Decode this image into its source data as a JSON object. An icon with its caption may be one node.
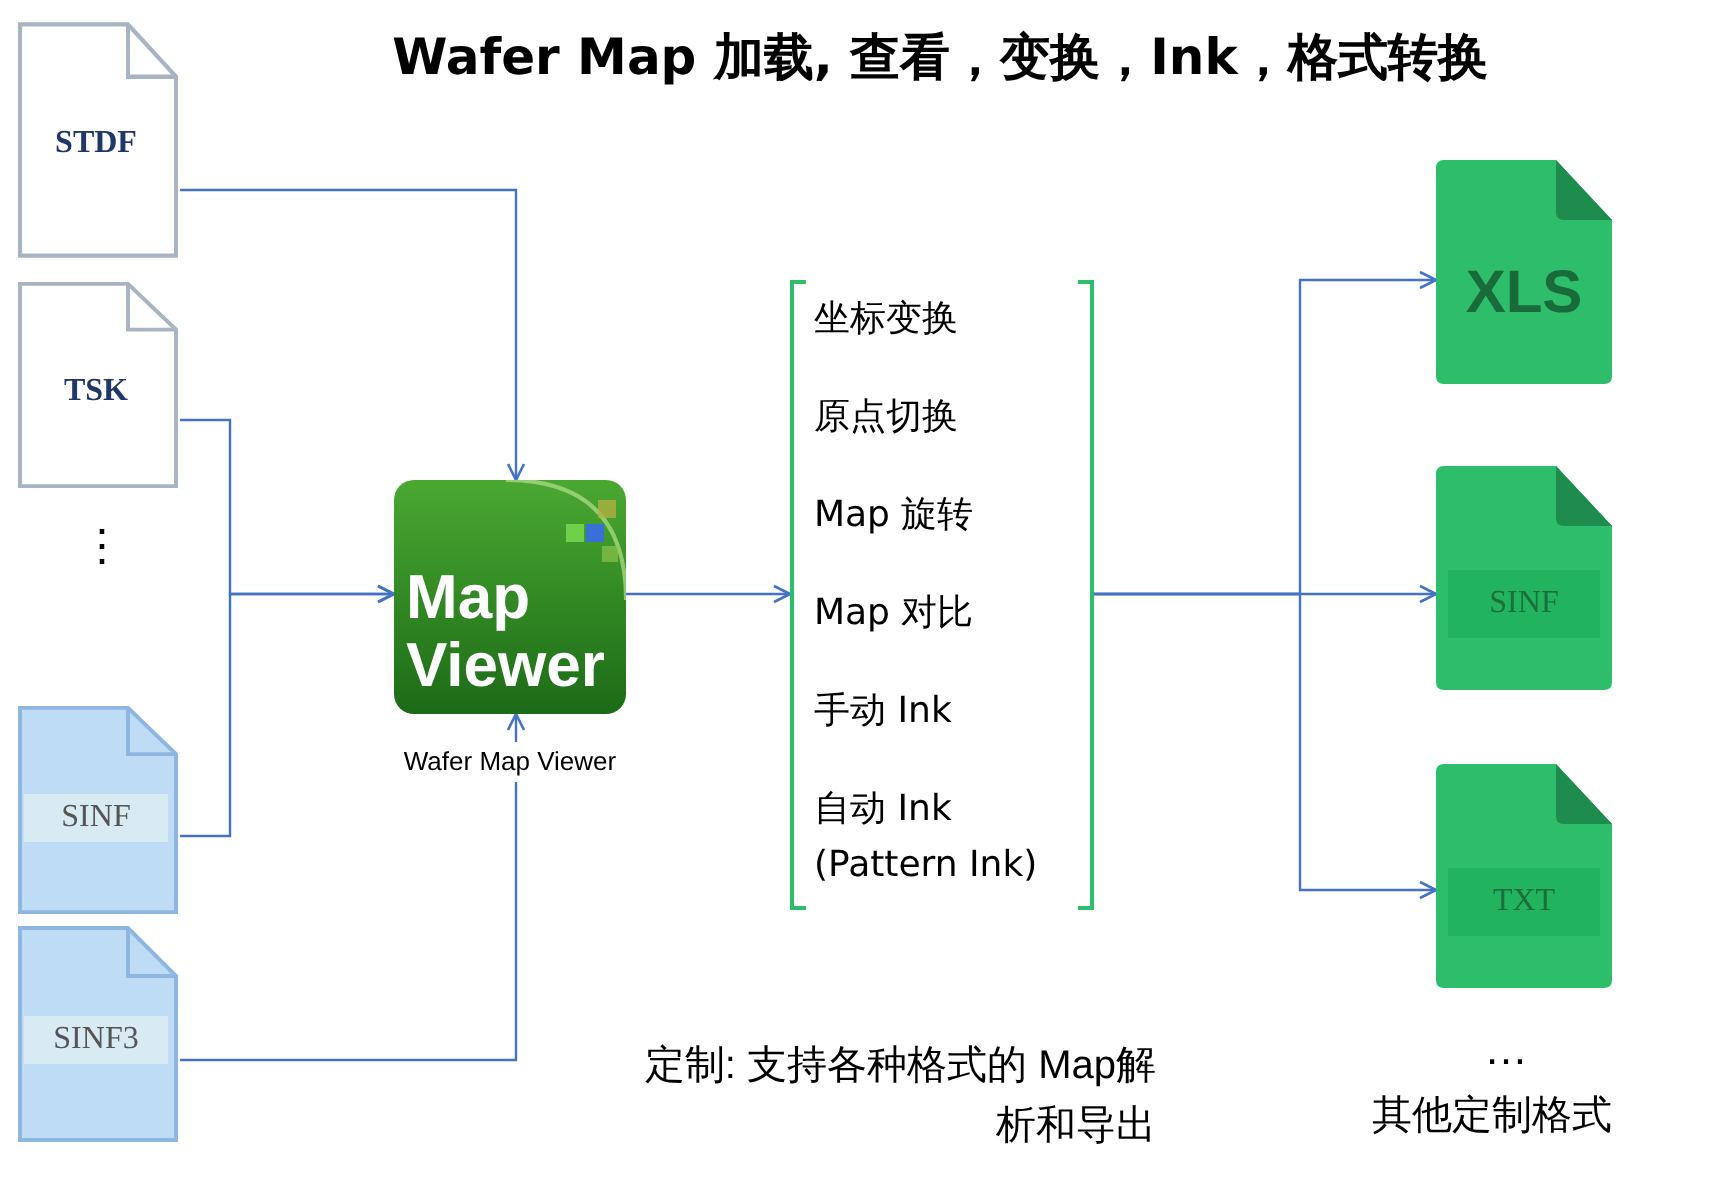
{
  "diagram": {
    "title": "Wafer Map 加载, 查看，变换，Ink，格式转换",
    "nodes": [
      {
        "text": [
          "STDF"
        ]
      },
      {
        "text": [
          "TSK"
        ]
      },
      {
        "text": [
          "SINF"
        ]
      },
      {
        "text": [
          "SINF3"
        ]
      },
      {
        "text": [
          "Map Viewer"
        ],
        "beside": [
          "Wafer Map Viewer"
        ]
      },
      {
        "text": [
          "坐标变换",
          "原点切换",
          "Map 旋转",
          "Map 对比",
          "手动 Ink",
          "自动 Ink (Pattern Ink)"
        ]
      },
      {
        "text": [
          "XLS"
        ]
      },
      {
        "text": [
          "SINF"
        ]
      },
      {
        "text": [
          "TXT"
        ]
      }
    ],
    "edges": [
      {
        "from": 0,
        "to": 4,
        "arrow": "to"
      },
      {
        "from": 1,
        "to": 4,
        "arrow": "to"
      },
      {
        "from": 2,
        "to": 4,
        "arrow": "to"
      },
      {
        "from": 3,
        "to": 4,
        "arrow": "to"
      },
      {
        "from": 4,
        "to": 5,
        "arrow": "to"
      },
      {
        "from": 5,
        "to": 6,
        "arrow": "to"
      },
      {
        "from": 5,
        "to": 7,
        "arrow": "to"
      },
      {
        "from": 5,
        "to": 8,
        "arrow": "to"
      }
    ],
    "labels": [
      "⋮",
      "定制: 支持各种格式的 Map解析和导出",
      "…",
      "其他定制格式"
    ]
  }
}
